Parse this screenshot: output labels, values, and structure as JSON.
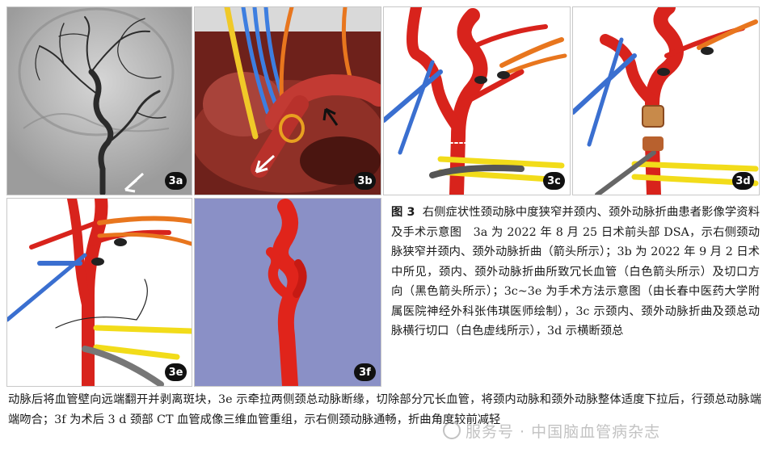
{
  "panels": {
    "p3a": {
      "label": "3a"
    },
    "p3b": {
      "label": "3b"
    },
    "p3c": {
      "label": "3c"
    },
    "p3d": {
      "label": "3d"
    },
    "p3e": {
      "label": "3e"
    },
    "p3f": {
      "label": "3f"
    }
  },
  "caption": {
    "figure_label": "图 3",
    "side_text": "右侧症状性颈动脉中度狭窄并颈内、颈外动脉折曲患者影像学资料及手术示意图　3a 为 2022 年 8 月 25 日术前头部 DSA，示右侧颈动脉狭窄并颈内、颈外动脉折曲（箭头所示）；3b 为 2022 年 9 月 2 日术中所见，颈内、颈外动脉折曲所致冗长血管（白色箭头所示）及切口方向（黑色箭头所示）；3c~3e 为手术方法示意图（由长春中医药大学附属医院神经外科张伟琪医师绘制），3c 示颈内、颈外动脉折曲及颈总动脉横行切口（白色虚线所示），3d 示横断颈总",
    "bottom_text": "动脉后将血管壁向远端翻开并剥离斑块，3e 示牵拉两侧颈总动脉断缘，切除部分冗长血管，将颈内动脉和颈外动脉整体适度下拉后，行颈总动脉端端吻合；3f 为术后 3 d 颈部 CT 血管成像三维血管重组，示右侧颈动脉通畅，折曲角度较前减轻"
  },
  "watermark": {
    "text": "服务号 · 中国脑血管病杂志"
  },
  "colors": {
    "artery": "#d8231c",
    "vein": "#3a6fd0",
    "nerve_yellow": "#f2dc1a",
    "orange_vessel": "#e8761e"
  }
}
